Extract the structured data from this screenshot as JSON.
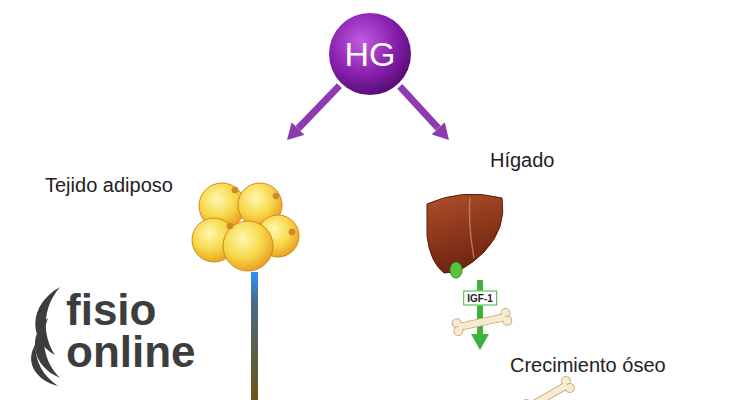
{
  "diagram": {
    "nodes": [
      {
        "text": [
          "HG"
        ]
      },
      {
        "text": [
          "Tejido adiposo"
        ]
      },
      {
        "text": [
          "Hígado"
        ]
      },
      {
        "text": [
          "Crecimiento óseo"
        ]
      }
    ],
    "edges": [
      {
        "from": 0,
        "to": 1,
        "arrow": "to"
      },
      {
        "from": 0,
        "to": 2,
        "arrow": "to"
      },
      {
        "from": 2,
        "to": 3,
        "label": "IGF-1",
        "arrow": "to"
      }
    ],
    "labels": [
      "fisio",
      "online"
    ]
  }
}
